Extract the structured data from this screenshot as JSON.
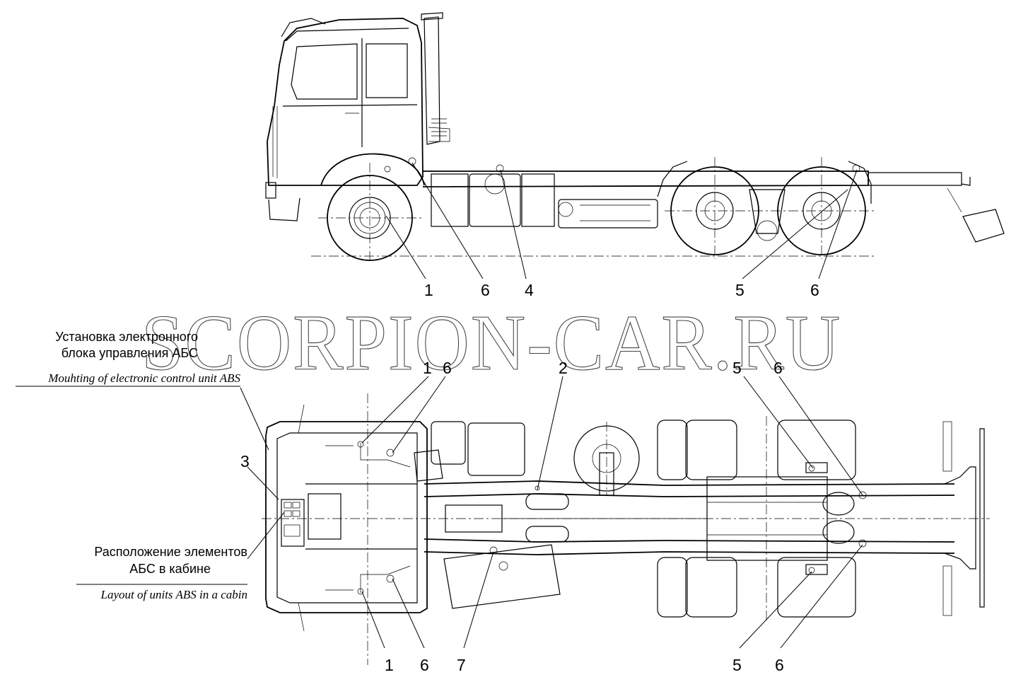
{
  "watermark": "SCORPION-CAR.RU",
  "captions": {
    "ecu_mounting_ru_line1": "Установка электронного",
    "ecu_mounting_ru_line2": "блока управления АБС",
    "ecu_mounting_en": "Mouhting of electronic control unit ABS",
    "cabin_layout_ru_line1": "Расположение элементов",
    "cabin_layout_ru_line2": "АБС в кабине",
    "cabin_layout_en": "Layout of units ABS in a cabin"
  },
  "callouts": {
    "side": [
      "1",
      "6",
      "4",
      "5",
      "6"
    ],
    "top_upper": [
      "1",
      "6",
      "2",
      "5",
      "6"
    ],
    "top_left": "3",
    "top_lower": [
      "1",
      "6",
      "7",
      "5",
      "6"
    ]
  }
}
